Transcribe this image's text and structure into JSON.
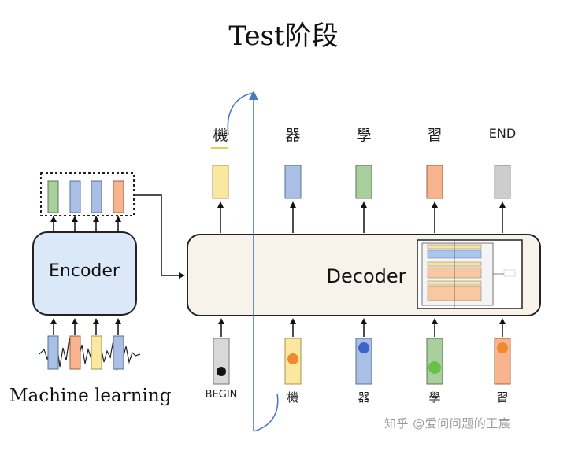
{
  "title": "Test阶段",
  "caption": "Machine learning",
  "watermark": "知乎 @爱问问题的王宸",
  "encoder": {
    "label": "Encoder"
  },
  "decoder": {
    "label": "Decoder"
  },
  "output_tokens": [
    "機",
    "器",
    "學",
    "習",
    "END"
  ],
  "input_tokens": [
    "BEGIN",
    "機",
    "器",
    "學",
    "習"
  ],
  "colors": {
    "yellow": "#fae7a0",
    "blue": "#a9bfe6",
    "green": "#a8cf9c",
    "orange": "#f8b48e",
    "gray": "#cdcdcd",
    "arrow_blue": "#4a78c2",
    "encoder_fill": "#dbe8f7",
    "decoder_fill": "#f8f3ea"
  }
}
